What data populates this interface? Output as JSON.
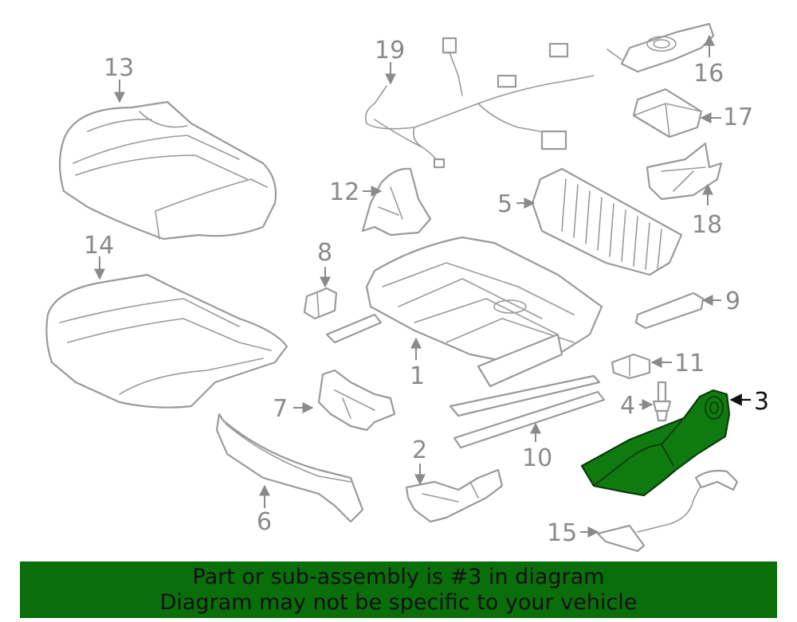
{
  "callouts": {
    "p1": "1",
    "p2": "2",
    "p3": "3",
    "p4": "4",
    "p5": "5",
    "p6": "6",
    "p7": "7",
    "p8": "8",
    "p9": "9",
    "p10": "10",
    "p11": "11",
    "p12": "12",
    "p13": "13",
    "p14": "14",
    "p15": "15",
    "p16": "16",
    "p17": "17",
    "p18": "18",
    "p19": "19"
  },
  "highlighted_part": "3",
  "colors": {
    "highlight": "#0f7a0f",
    "banner": "#0a6e0a",
    "line_art": "#9a9a9a"
  },
  "banner": {
    "line1": "Part or sub-assembly is #3 in diagram",
    "line2": "Diagram may not be specific to your vehicle"
  }
}
